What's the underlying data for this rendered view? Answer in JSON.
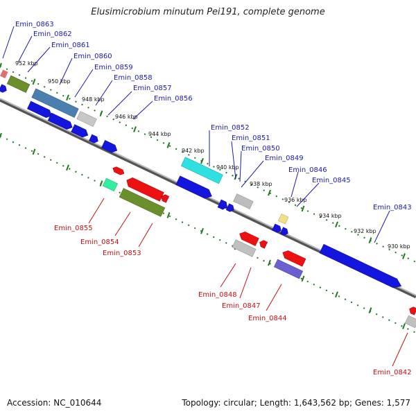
{
  "title": "Elusimicrobium minutum Pei191, complete genome",
  "footer": {
    "accession": "Accession: NC_010644",
    "summary": "Topology: circular; Length: 1,643,562 bp; Genes: 1,577"
  },
  "colors": {
    "forward": "#1a1ab0",
    "reverse": "#c01010",
    "backbone": "#8a8a8a",
    "ticks": "#1f7a1f"
  },
  "tick_labels": [
    "952 kbp",
    "950 kbp",
    "948 kbp",
    "946 kbp",
    "944 kbp",
    "942 kbp",
    "940 kbp",
    "938 kbp",
    "936 kbp",
    "934 kbp",
    "932 kbp",
    "930 kbp"
  ],
  "genes_top": [
    "Emin_0863",
    "Emin_0862",
    "Emin_0861",
    "Emin_0860",
    "Emin_0859",
    "Emin_0858",
    "Emin_0857",
    "Emin_0856",
    "Emin_0852",
    "Emin_0851",
    "Emin_0850",
    "Emin_0849",
    "Emin_0846",
    "Emin_0845",
    "Emin_0843"
  ],
  "genes_bottom": [
    "Emin_0855",
    "Emin_0854",
    "Emin_0853",
    "Emin_0848",
    "Emin_0847",
    "Emin_0844",
    "Emin_0842"
  ]
}
